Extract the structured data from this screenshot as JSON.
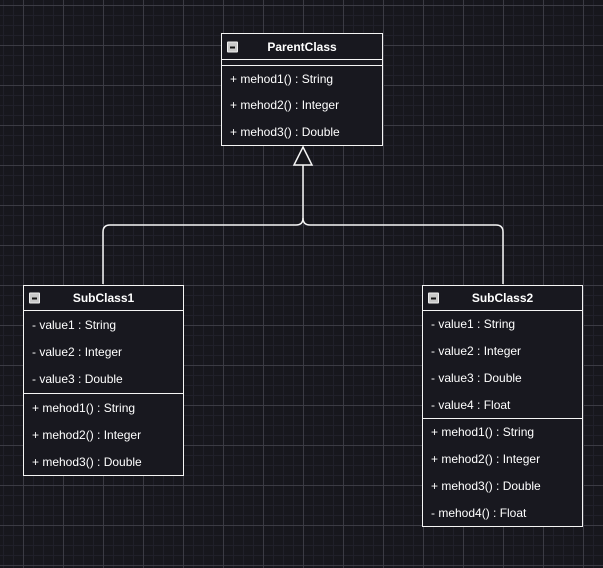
{
  "theme": {
    "canvas_bg": "#17171d",
    "grid_minor": "#20202a",
    "grid_major": "#3b3b44",
    "box_fill": "#18181f",
    "box_border": "#f5f5f5",
    "text_color": "#ffffff",
    "line_color": "#f5f5f5",
    "icon_bg": "#c9c9c9",
    "icon_glyph": "#141414"
  },
  "diagram": {
    "type": "uml-class-diagram",
    "relationship": "inheritance: SubClass1 and SubClass2 extend ParentClass (hollow triangle arrow)",
    "classes": [
      {
        "name": "ParentClass",
        "attributes": [],
        "methods": [
          "+ mehod1() : String",
          "+ mehod2() : Integer",
          "+ mehod3() : Double"
        ]
      },
      {
        "name": "SubClass1",
        "attributes": [
          "- value1 : String",
          "- value2 : Integer",
          "- value3 : Double"
        ],
        "methods": [
          "+ mehod1() : String",
          "+ mehod2() : Integer",
          "+ mehod3() : Double"
        ]
      },
      {
        "name": "SubClass2",
        "attributes": [
          "- value1 : String",
          "- value2 : Integer",
          "- value3 : Double",
          "- value4 : Float"
        ],
        "methods": [
          "+ mehod1() : String",
          "+ mehod2() : Integer",
          "+ mehod3() : Double",
          "- mehod4() : Float"
        ]
      }
    ]
  }
}
